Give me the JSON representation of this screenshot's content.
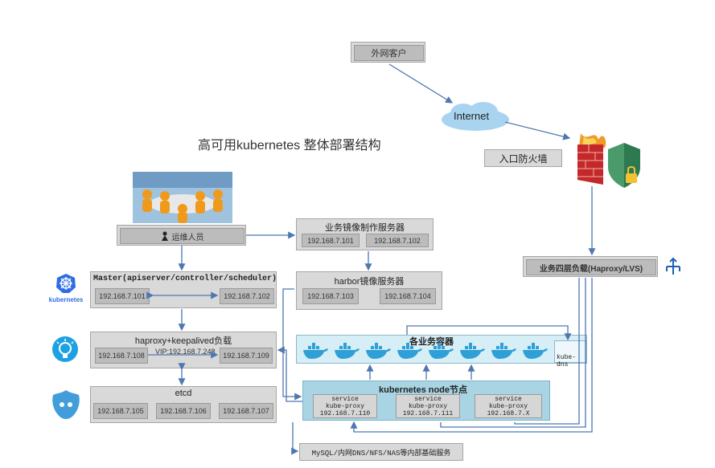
{
  "title": "高可用kubernetes 整体部署结构",
  "client": {
    "label": "外网客户"
  },
  "internet": {
    "label": "Internet"
  },
  "firewall": {
    "label": "入口防火墙"
  },
  "ops": {
    "label": "运维人员"
  },
  "image_build": {
    "title": "业务镜像制作服务器",
    "ips": [
      "192.168.7.101",
      "192.168.7.102"
    ]
  },
  "harbor": {
    "title": "harbor镜像服务器",
    "ips": [
      "192.168.7.103",
      "192.168.7.104"
    ]
  },
  "master": {
    "title": "Master(apiserver/controller/scheduler)",
    "ips": [
      "192.168.7.101",
      "192.168.7.102"
    ],
    "logo_text": "kubernetes"
  },
  "haproxy": {
    "title": "haproxy+keepalived负载",
    "vip": "VIP:192.168.7.248",
    "ips": [
      "192.168.7.108",
      "192.168.7.109"
    ]
  },
  "etcd": {
    "title": "etcd",
    "ips": [
      "192.168.7.105",
      "192.168.7.106",
      "192.168.7.107"
    ]
  },
  "lb": {
    "label": "业务四层负载(Haproxy/LVS)"
  },
  "containers": {
    "title": "各业务容器",
    "dns_label": "kube-dns"
  },
  "node": {
    "title": "kubernetes  node节点",
    "items": [
      {
        "service": "service",
        "proxy": "kube-proxy",
        "ip": "192.168.7.110"
      },
      {
        "service": "service",
        "proxy": "kube-proxy",
        "ip": "192.168.7.111"
      },
      {
        "service": "service",
        "proxy": "kube-proxy",
        "ip": "192.168.7.X"
      }
    ]
  },
  "infra": {
    "label": "MySQL/内网DNS/NFS/NAS等内部基础服务"
  },
  "colors": {
    "arrow": "#4f77b0",
    "node_bg": "#a9d4e4",
    "container_bg": "#d6eef6",
    "docker": "#2f9fd8"
  }
}
